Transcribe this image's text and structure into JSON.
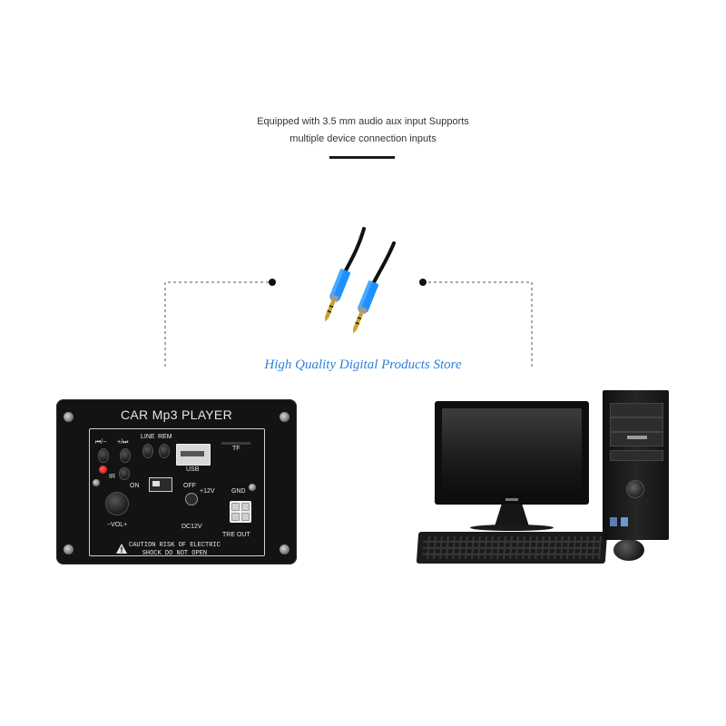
{
  "caption": {
    "line1": "Equipped with 3.5 mm audio aux input Supports",
    "line2": "multiple device connection inputs"
  },
  "watermark": "High Quality Digital Products Store",
  "panel": {
    "title": "CAR Mp3 PLAYER",
    "labels": {
      "prev": "⏮/−",
      "next": "+/⏭",
      "line": "LINE",
      "rem": "REM",
      "usb": "USB",
      "tf": "TF",
      "ir": "IR",
      "on": "ON",
      "off": "OFF",
      "plus12v": "+12V",
      "gnd": "GND",
      "vol": "−VOL+",
      "dc12v": "DC12V",
      "tre_out": "TRE OUT"
    },
    "caution_line1": "CAUTION RISK OF ELECTRIC",
    "caution_line2": "SHOCK DO NOT OPEN"
  },
  "colors": {
    "cable_tip": "#1e90ff",
    "watermark": "#2f7fd8",
    "panel": "#131313"
  },
  "icons": [
    "audio-cable-icon",
    "warning-triangle-icon",
    "red-led-icon"
  ]
}
